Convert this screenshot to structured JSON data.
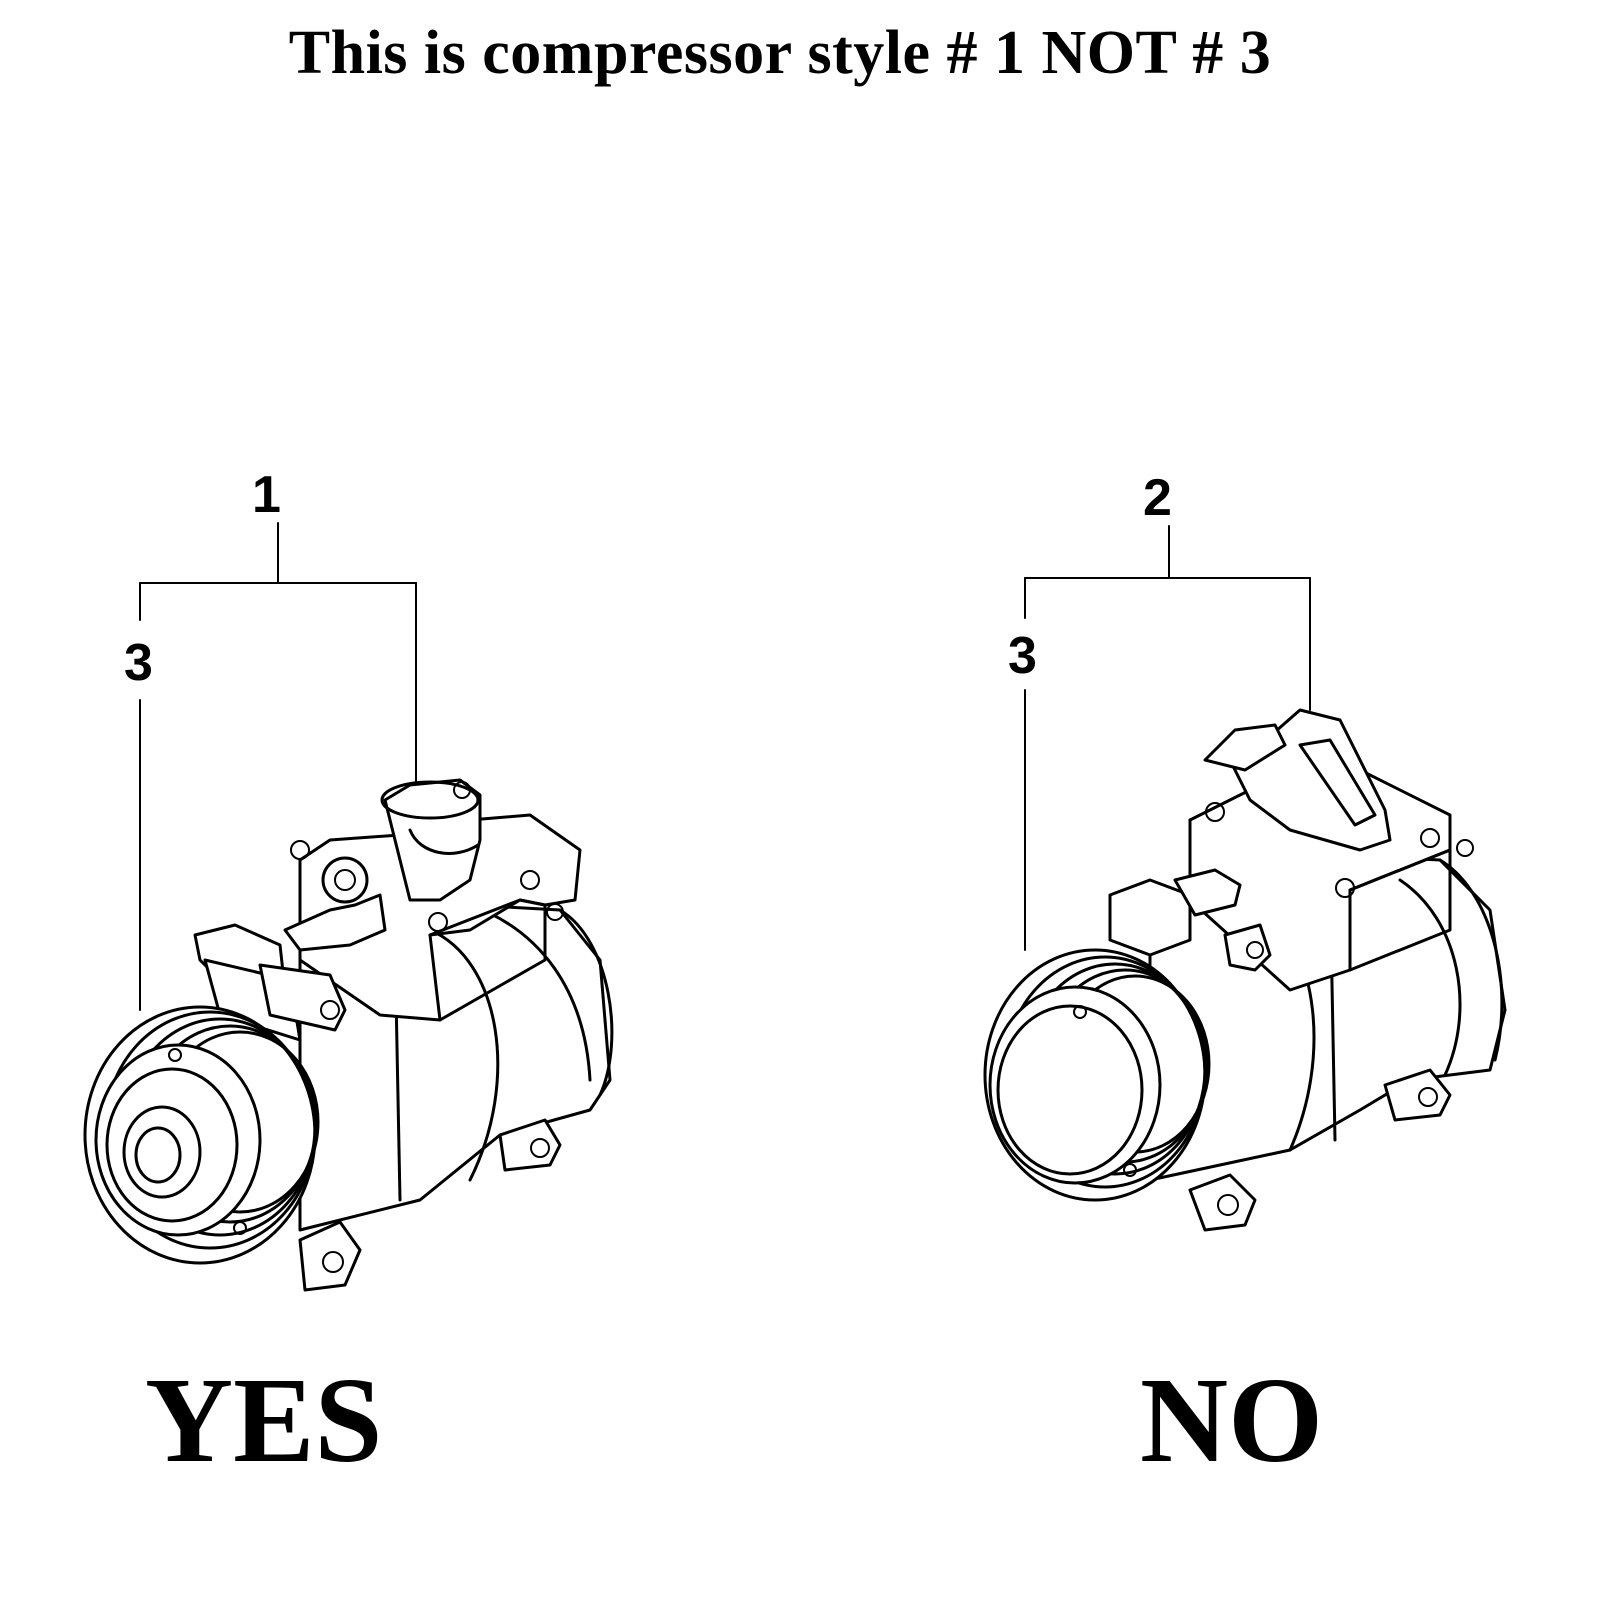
{
  "title": "This is compressor style # 1 NOT # 3",
  "left_figure": {
    "callout_top": "1",
    "callout_side": "3",
    "verdict": "YES"
  },
  "right_figure": {
    "callout_top": "2",
    "callout_side": "3",
    "verdict": "NO"
  }
}
